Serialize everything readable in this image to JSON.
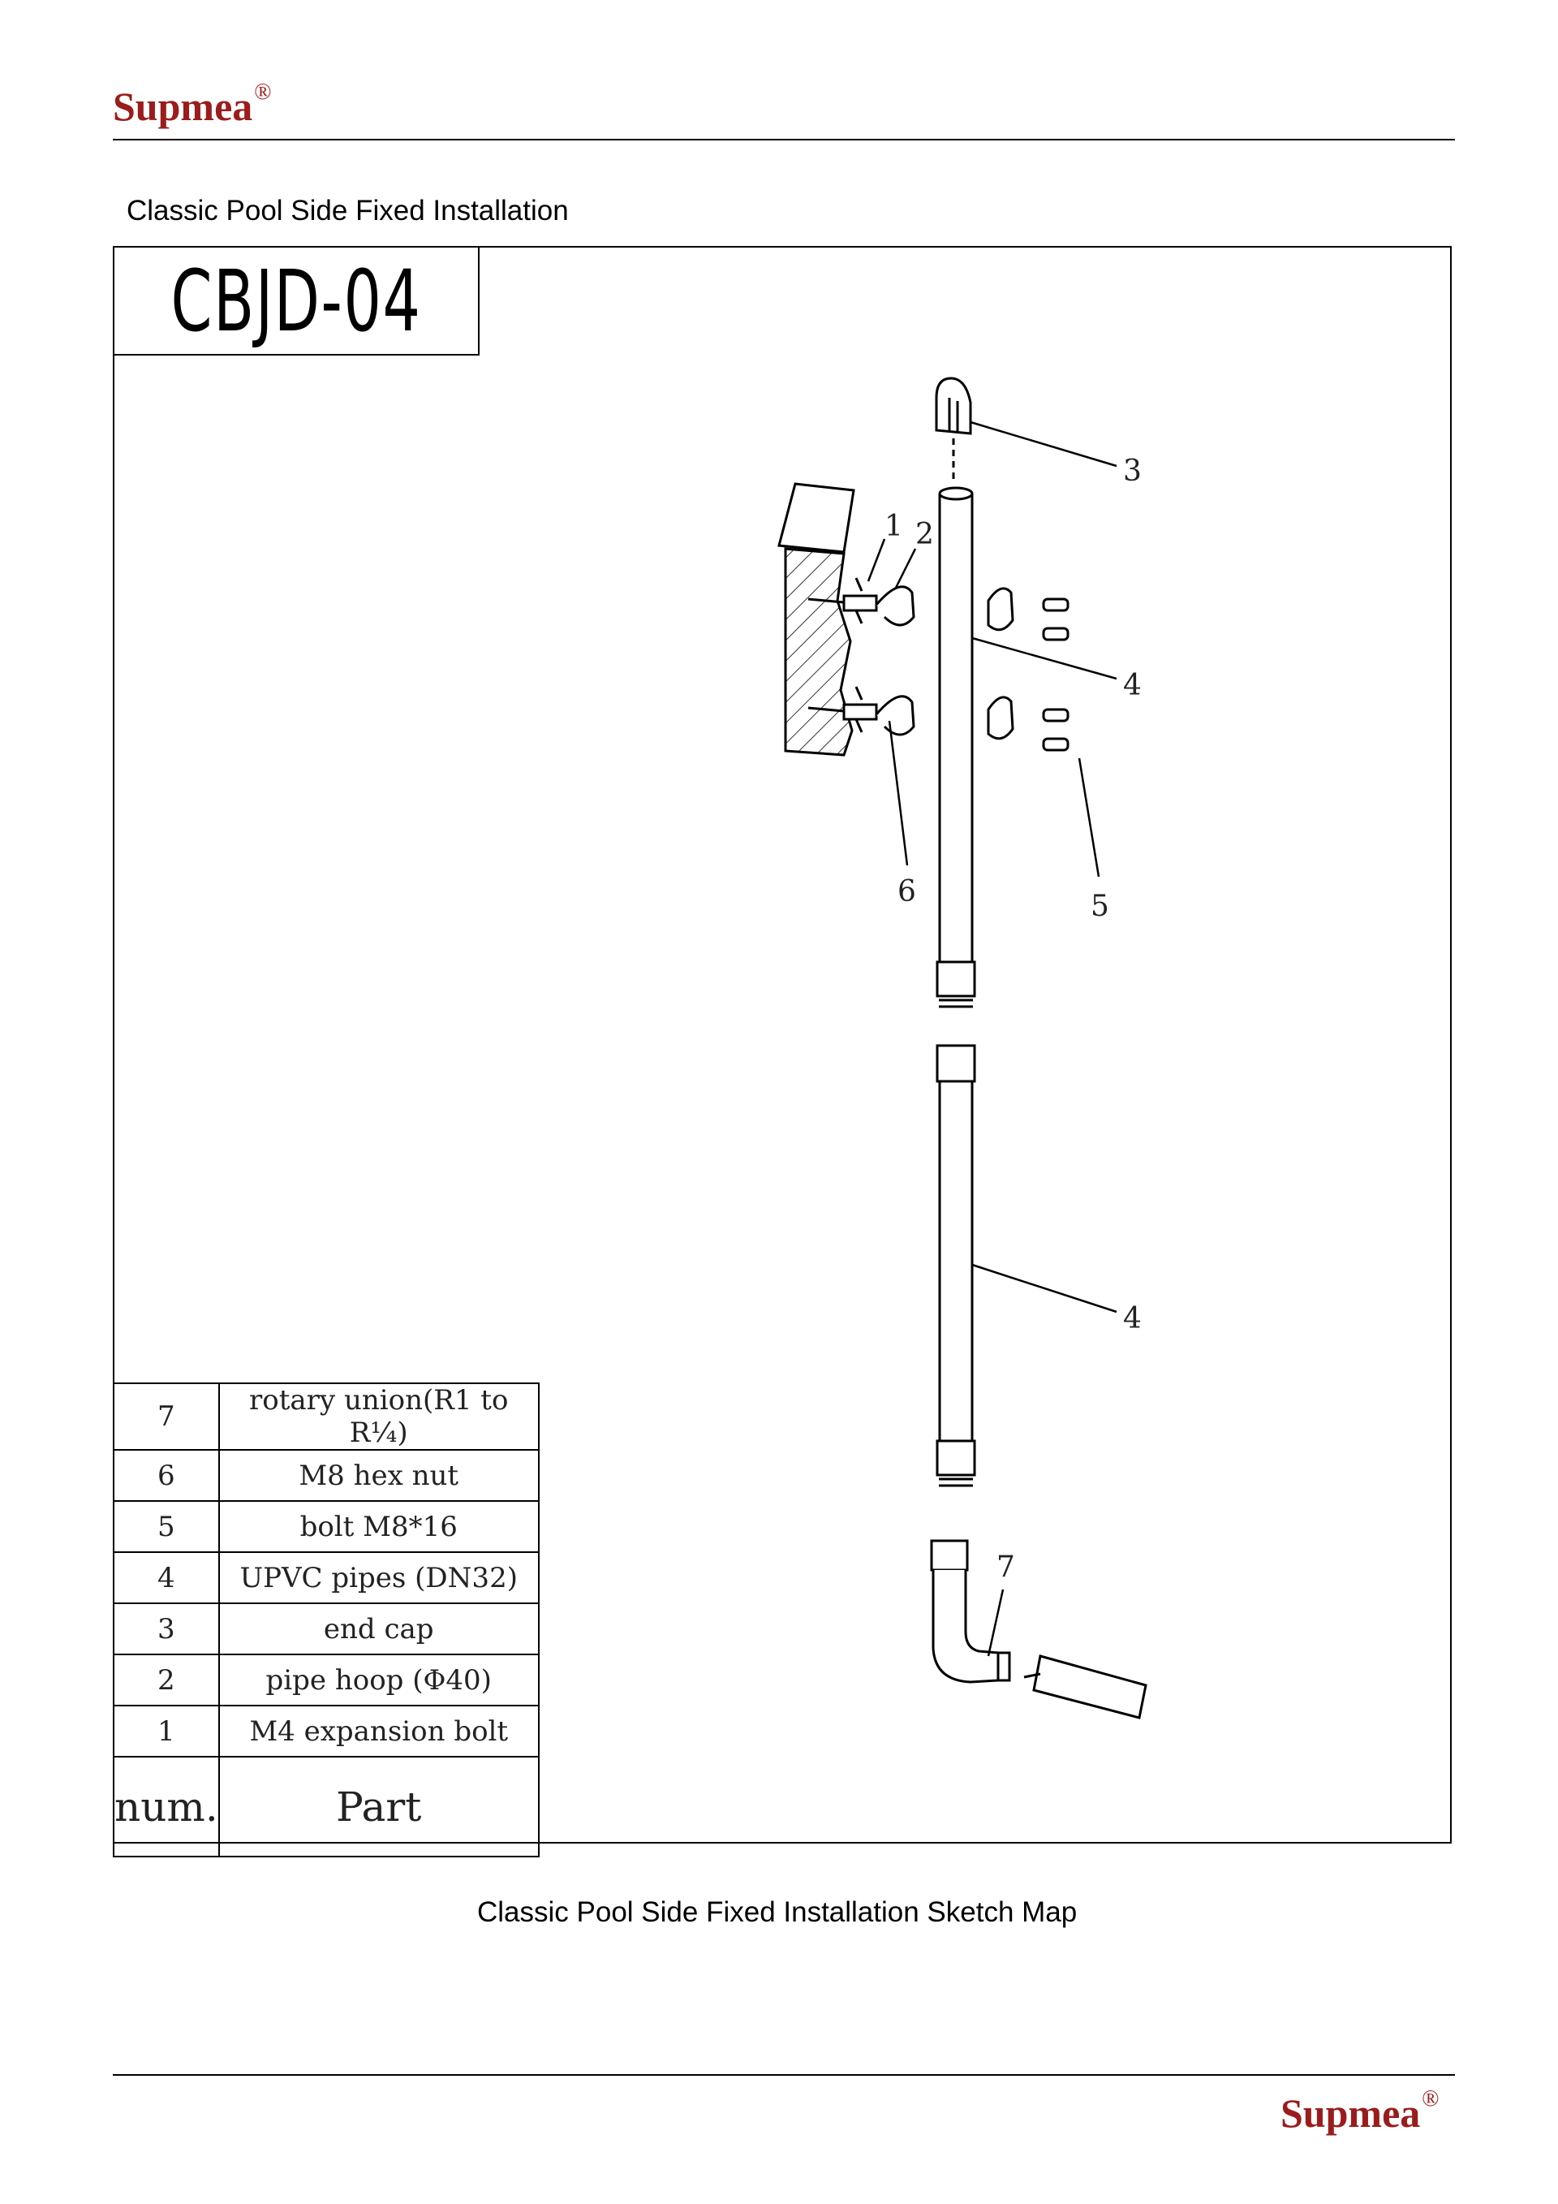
{
  "header": {
    "brand": "Supmea",
    "registered": "®"
  },
  "page_heading": "Classic Pool Side Fixed Installation",
  "model": "CBJD-04",
  "parts_table": {
    "header": {
      "num": "num.",
      "part": "Part"
    },
    "rows": [
      {
        "num": "7",
        "part": "rotary union(R1 to R¼)"
      },
      {
        "num": "6",
        "part": "M8 hex nut"
      },
      {
        "num": "5",
        "part": "bolt M8*16"
      },
      {
        "num": "4",
        "part": "UPVC pipes (DN32)"
      },
      {
        "num": "3",
        "part": "end cap"
      },
      {
        "num": "2",
        "part": "pipe hoop (Φ40)"
      },
      {
        "num": "1",
        "part": "M4 expansion bolt"
      }
    ]
  },
  "callouts": {
    "c1": "1",
    "c2": "2",
    "c3": "3",
    "c4a": "4",
    "c4b": "4",
    "c5": "5",
    "c6": "6",
    "c7": "7"
  },
  "caption": "Classic Pool Side Fixed Installation Sketch Map",
  "footer": {
    "brand": "Supmea",
    "registered": "®"
  },
  "colors": {
    "brand": "#9b1c1c",
    "line": "#000000"
  }
}
